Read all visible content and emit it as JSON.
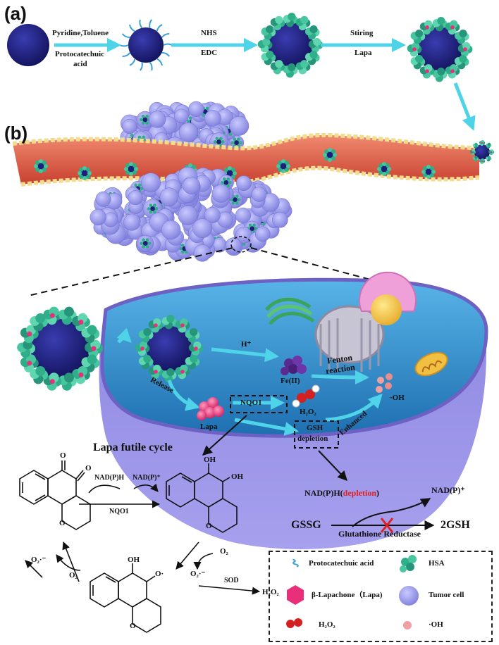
{
  "panels": {
    "a": "(a)",
    "b": "(b)"
  },
  "synthesis_steps": [
    {
      "top": "Pyridine,Toluene",
      "bottom": "Protocatechuic",
      "bottom2": "acid"
    },
    {
      "top": "NHS",
      "bottom": "EDC"
    },
    {
      "top": "Stiring",
      "bottom": "Lapa"
    }
  ],
  "cell_labels": {
    "h_plus": "H⁺",
    "fe": "Fe(II)",
    "fenton": "Fenton",
    "fenton2": "reaction",
    "oh": "·OH",
    "release": "Release",
    "nqo1": "NQO1",
    "h2o2": "H₂O₂",
    "lapa": "Lapa",
    "gsh": "GSH",
    "gsh2": "depletion",
    "enhanced": "Enhanced"
  },
  "cycle": {
    "title": "Lapa futile cycle",
    "nadph": "NAD(P)H",
    "nadp": "NAD(P)⁺",
    "nqo1": "NQO1",
    "o2_a": "O₂",
    "o2_b": "O₂",
    "superoxide_a": "O₂·⁻",
    "superoxide_b": "O₂·⁻",
    "sod": "SOD",
    "h2o2": "H₂O₂",
    "oh1": "OH",
    "oh2": "OH",
    "oh3": "OH",
    "o_minus": "O·",
    "ketone1": "O",
    "ketone2": "O",
    "ring_o1": "O",
    "ring_o2": "O",
    "ring_o3": "O"
  },
  "gsh_pathway": {
    "nadph": "NAD(P)H(",
    "depletion": "depletion",
    "close": ")",
    "nadp": "NAD(P)⁺",
    "gssg": "GSSG",
    "enzyme": "Glutathione  Reductase",
    "product": "2GSH"
  },
  "legend": {
    "items": [
      {
        "label": "Protocatechuic acid",
        "icon": "wavy-line-icon"
      },
      {
        "label": "HSA",
        "icon": "protein-cluster-icon"
      },
      {
        "label": "β-Lapachone（Lapa)",
        "icon": "hexagon-icon"
      },
      {
        "label": "Tumor cell",
        "icon": "cell-icon"
      },
      {
        "label": "H₂O₂",
        "icon": "molecule-icon"
      },
      {
        "label": "·OH",
        "icon": "sphere-icon"
      }
    ]
  },
  "colors": {
    "nanoparticle": "#1e1f7a",
    "hsa_green": "#2fae8a",
    "vessel_red": "#e8604a",
    "vessel_fat": "#f3dc8c",
    "tumor_purple": "#8f8fe6",
    "cell_blue": "#2f86c8",
    "cell_membrane": "#8878d8",
    "arrow_cyan": "#4fd3e8",
    "lapa_pink": "#e8307a",
    "highlight_red": "#e02020"
  }
}
